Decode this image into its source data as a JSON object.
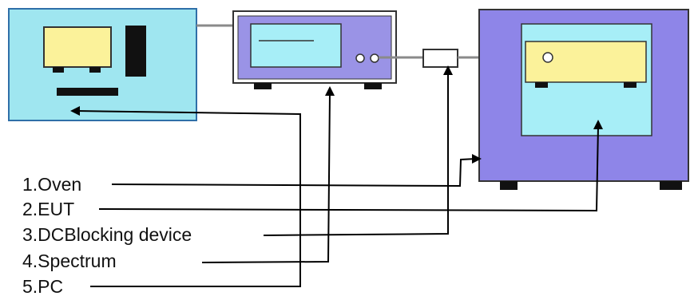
{
  "legend": {
    "items": [
      {
        "label": "1.Oven"
      },
      {
        "label": "2.EUT"
      },
      {
        "label": "3.DCBlocking device"
      },
      {
        "label": "4.Spectrum"
      },
      {
        "label": "5.PC"
      }
    ]
  },
  "colors": {
    "pc_panel": "#9fe6f0",
    "panel_border": "#2f6fa8",
    "oven_body": "#8e85e8",
    "analyzer_body": "#9a93e6",
    "screen_fill": "#a7eef7",
    "eut_fill": "#fbf29a",
    "monitor_fill": "#fbf29a",
    "cable": "#8a8a8a",
    "leader_line": "#000000",
    "feet": "#111111"
  },
  "icons": {
    "pc": "pc-icon",
    "analyzer": "spectrum-analyzer-icon",
    "blocker": "dc-blocking-device-icon",
    "oven": "oven-icon",
    "eut": "eut-icon"
  }
}
